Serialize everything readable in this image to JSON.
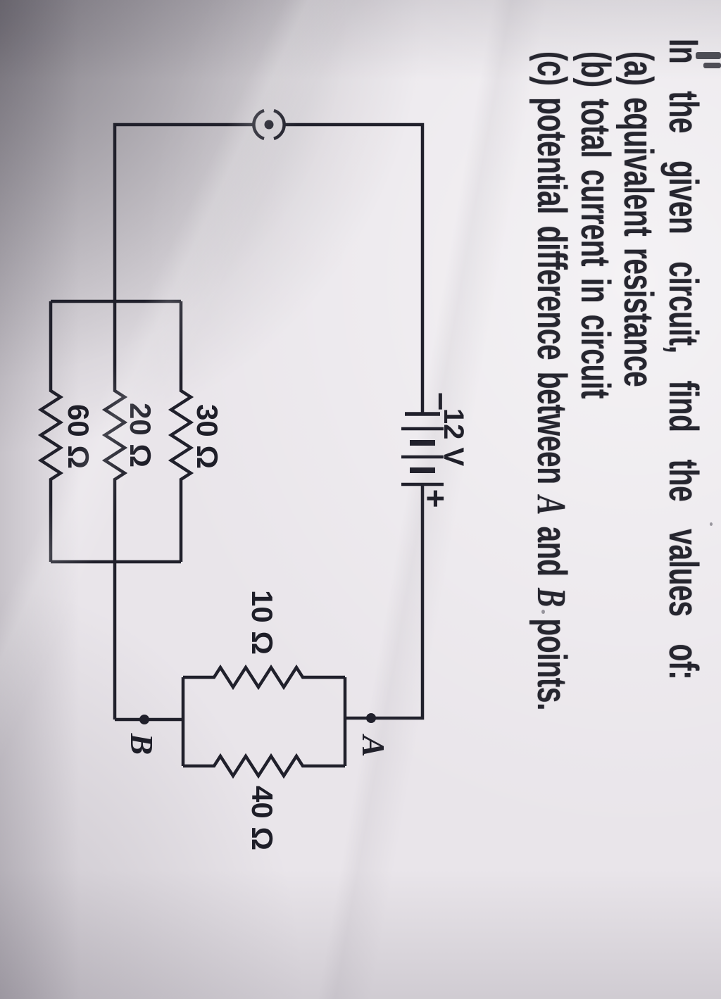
{
  "page": {
    "question": {
      "intro": "In the given circuit, find the values of:",
      "item_a": "(a) equivalent resistance",
      "item_b": "(b) total current in circuit",
      "item_c_pre": "(c) potential difference between ",
      "item_c_node1": "A",
      "item_c_mid": " and ",
      "item_c_node2": "B",
      "item_c_post": " points."
    },
    "circuit": {
      "battery": {
        "label": "12 V",
        "positive": "+",
        "negative": "−"
      },
      "parallel_left_block": {
        "r_top": "30 Ω",
        "r_middle": "20 Ω",
        "r_bottom": "60 Ω"
      },
      "parallel_right_block": {
        "r_left": "10 Ω",
        "r_right": "40 Ω"
      },
      "nodes": {
        "a": "A",
        "b": "B"
      },
      "junction_symbol": "circle-dot-icon"
    },
    "colors": {
      "ink": "#20202b",
      "paper": "#e9e5ea"
    }
  }
}
